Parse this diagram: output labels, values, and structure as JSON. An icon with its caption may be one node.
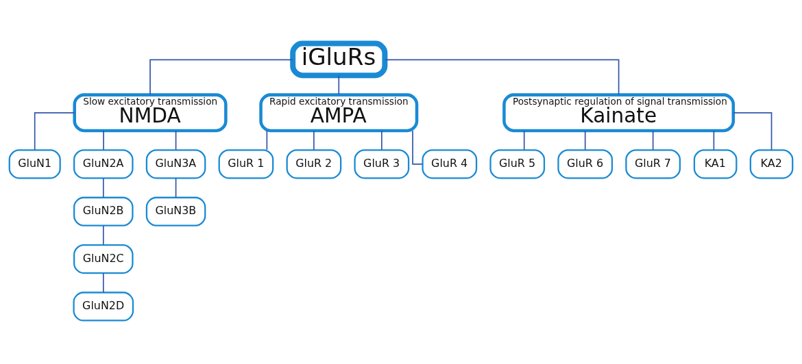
{
  "diagram": {
    "nodes": [
      {
        "text": [
          "iGluRs"
        ]
      },
      {
        "text": [
          "Slow excitatory transmission",
          "NMDA"
        ]
      },
      {
        "text": [
          "Rapid excitatory transmission",
          "AMPA"
        ]
      },
      {
        "text": [
          "Postsynaptic regulation of signal transmission",
          "Kainate"
        ]
      },
      {
        "text": [
          "GluN1"
        ]
      },
      {
        "text": [
          "GluN2A"
        ]
      },
      {
        "text": [
          "GluN3A"
        ]
      },
      {
        "text": [
          "GluN2B"
        ]
      },
      {
        "text": [
          "GluN3B"
        ]
      },
      {
        "text": [
          "GluN2C"
        ]
      },
      {
        "text": [
          "GluN2D"
        ]
      },
      {
        "text": [
          "GluR 1"
        ]
      },
      {
        "text": [
          "GluR 2"
        ]
      },
      {
        "text": [
          "GluR 3"
        ]
      },
      {
        "text": [
          "GluR 4"
        ]
      },
      {
        "text": [
          "GluR 5"
        ]
      },
      {
        "text": [
          "GluR 6"
        ]
      },
      {
        "text": [
          "GluR 7"
        ]
      },
      {
        "text": [
          "KA1"
        ]
      },
      {
        "text": [
          "KA2"
        ]
      }
    ],
    "edges": [
      {
        "from": 0,
        "to": 1,
        "arrow": "none"
      },
      {
        "from": 0,
        "to": 2,
        "arrow": "none"
      },
      {
        "from": 0,
        "to": 3,
        "arrow": "none"
      },
      {
        "from": 1,
        "to": 4,
        "arrow": "none"
      },
      {
        "from": 1,
        "to": 5,
        "arrow": "none"
      },
      {
        "from": 1,
        "to": 6,
        "arrow": "none"
      },
      {
        "from": 5,
        "to": 7,
        "arrow": "none"
      },
      {
        "from": 6,
        "to": 8,
        "arrow": "none"
      },
      {
        "from": 7,
        "to": 9,
        "arrow": "none"
      },
      {
        "from": 9,
        "to": 10,
        "arrow": "none"
      },
      {
        "from": 2,
        "to": 11,
        "arrow": "none"
      },
      {
        "from": 2,
        "to": 12,
        "arrow": "none"
      },
      {
        "from": 2,
        "to": 13,
        "arrow": "none"
      },
      {
        "from": 2,
        "to": 14,
        "arrow": "none"
      },
      {
        "from": 3,
        "to": 15,
        "arrow": "none"
      },
      {
        "from": 3,
        "to": 16,
        "arrow": "none"
      },
      {
        "from": 3,
        "to": 17,
        "arrow": "none"
      },
      {
        "from": 3,
        "to": 18,
        "arrow": "none"
      },
      {
        "from": 3,
        "to": 19,
        "arrow": "none"
      }
    ]
  }
}
